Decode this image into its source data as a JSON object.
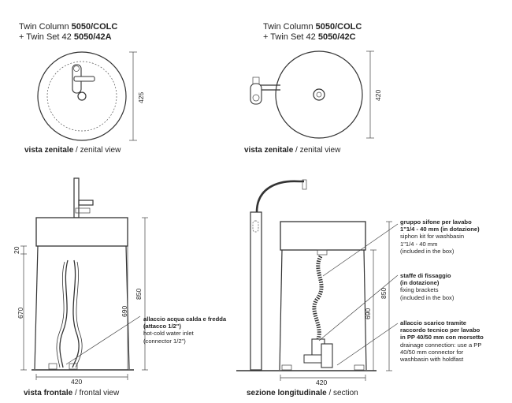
{
  "top_left": {
    "line1_name": "Twin Column",
    "line1_code": "5050/COLC",
    "line2_name": "+ Twin Set 42",
    "line2_code": "5050/42A",
    "caption_bold": "vista zenitale",
    "caption_rest": " / zenital view",
    "dim_height": "425"
  },
  "top_right": {
    "line1_name": "Twin Column",
    "line1_code": "5050/COLC",
    "line2_name": "+ Twin Set 42",
    "line2_code": "5050/42C",
    "caption_bold": "vista zenitale",
    "caption_rest": " / zenital view",
    "dim_height": "420"
  },
  "front_view": {
    "caption_bold": "vista frontale",
    "caption_rest": " / frontal view",
    "dim_20": "20",
    "dim_670": "670",
    "dim_690": "690",
    "dim_850": "850",
    "dim_420": "420",
    "note_bold_1": "allaccio acqua calda e fredda",
    "note_bold_2": "(attacco 1/2\")",
    "note_1": "hot-cold water inlet",
    "note_2": "(connector 1/2\")"
  },
  "section_view": {
    "caption_bold": "sezione longitudinale",
    "caption_rest": " / section",
    "dim_850": "850",
    "dim_690": "690",
    "dim_420": "420",
    "siphon_bold_1": "gruppo sifone per lavabo",
    "siphon_bold_2": "1\"1/4 - 40 mm (in dotazione)",
    "siphon_1": "siphon kit for washbasin",
    "siphon_2": "1\"1/4 - 40 mm",
    "siphon_3": "(included in the box)",
    "brackets_bold_1": "staffe di fissaggio",
    "brackets_bold_2": "(in dotazione)",
    "brackets_1": "fixing brackets",
    "brackets_2": "(included in the box)",
    "drain_bold_1": "allaccio scarico tramite",
    "drain_bold_2": "raccordo tecnico per lavabo",
    "drain_bold_3": "in PP 40/50 mm con morsetto",
    "drain_1": "drainage connection: use a PP",
    "drain_2": "40/50 mm connector for",
    "drain_3": "washbasin with holdfast"
  }
}
